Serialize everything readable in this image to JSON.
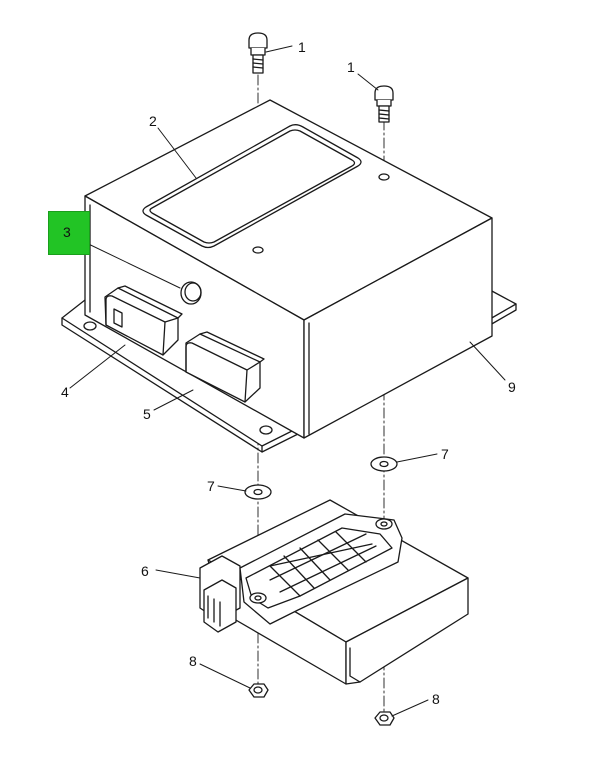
{
  "callouts": {
    "bolt_left": "1",
    "bolt_right": "1",
    "box_cover": "2",
    "indicator_lamp": "3",
    "rocker_switch_left": "4",
    "rocker_switch_right": "5",
    "control_module": "6",
    "washer_left": "7",
    "washer_right": "7",
    "nut_left": "8",
    "nut_right": "8",
    "bracket": "9"
  },
  "colors": {
    "line": "#1a1a1a",
    "highlight": "#22c425",
    "background": "#ffffff"
  }
}
